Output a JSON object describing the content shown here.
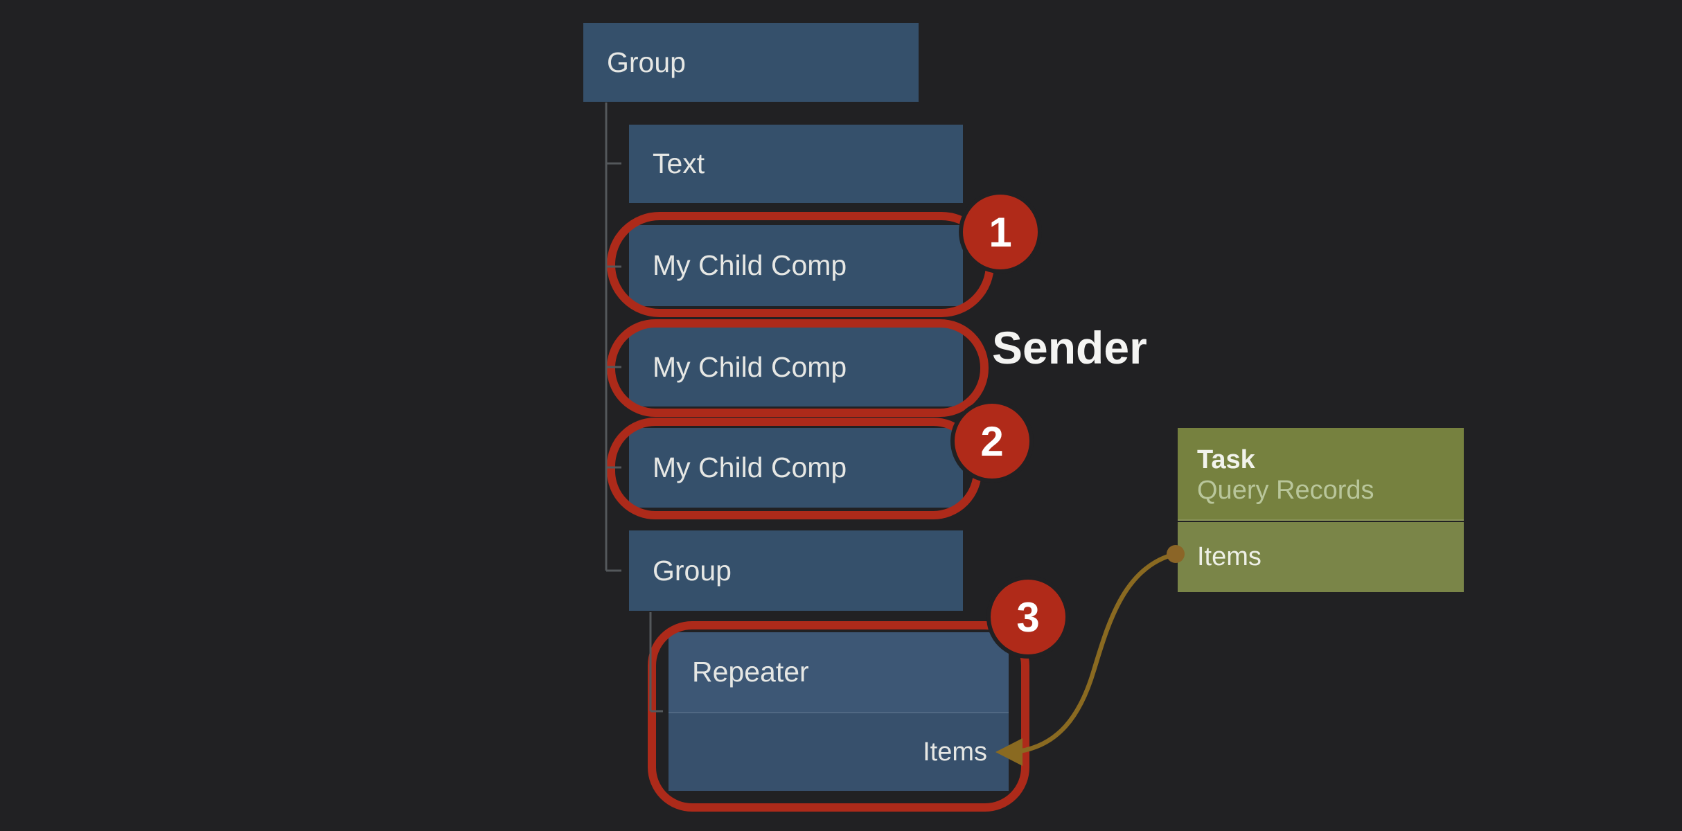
{
  "colors": {
    "background": "#212123",
    "node_blue": "#35506B",
    "repeater_header_blue": "#3D5775",
    "repeater_body_blue": "#37506C",
    "annotation_red": "#AD2A1A",
    "badge_red": "#B02A19",
    "task_green_header": "#76813F",
    "task_green_body": "#7A8548",
    "task_subtitle_text": "#B9C69B",
    "wire_gold": "#8A6A21",
    "wire_dot_gold": "#8B6527",
    "tree_line_gray": "#54585B",
    "node_label_text": "#E6E7E4"
  },
  "tree": {
    "root": {
      "label": "Group"
    },
    "children": [
      {
        "label": "Text"
      },
      {
        "label": "My Child Comp"
      },
      {
        "label": "My Child Comp"
      },
      {
        "label": "My Child Comp"
      },
      {
        "label": "Group"
      }
    ],
    "repeater": {
      "label": "Repeater",
      "port_label": "Items"
    }
  },
  "task_card": {
    "title": "Task",
    "subtitle": "Query Records",
    "port_label": "Items"
  },
  "annotations": {
    "badges": [
      {
        "number": "1"
      },
      {
        "number": "2"
      },
      {
        "number": "3"
      }
    ],
    "sender_label": "Sender"
  }
}
